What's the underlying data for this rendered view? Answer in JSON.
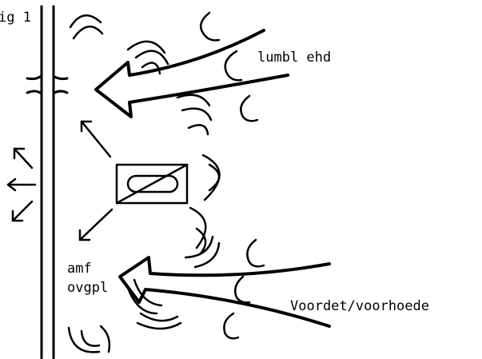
{
  "labels": {
    "fig": "ig 1",
    "top_right": "lumbl ehd",
    "left_mid_1": "amf",
    "left_mid_2": "ovgpl",
    "bottom_right": "Voordet/voorhoede"
  },
  "icons": {
    "wave": "wave-arc-icon",
    "hook": "c-hook-icon",
    "arrow": "big-arrow-icon",
    "small_arrow": "small-arrow-icon",
    "box": "crossed-box-icon"
  },
  "colors": {
    "ink": "#000000",
    "background": "#ffffff"
  }
}
